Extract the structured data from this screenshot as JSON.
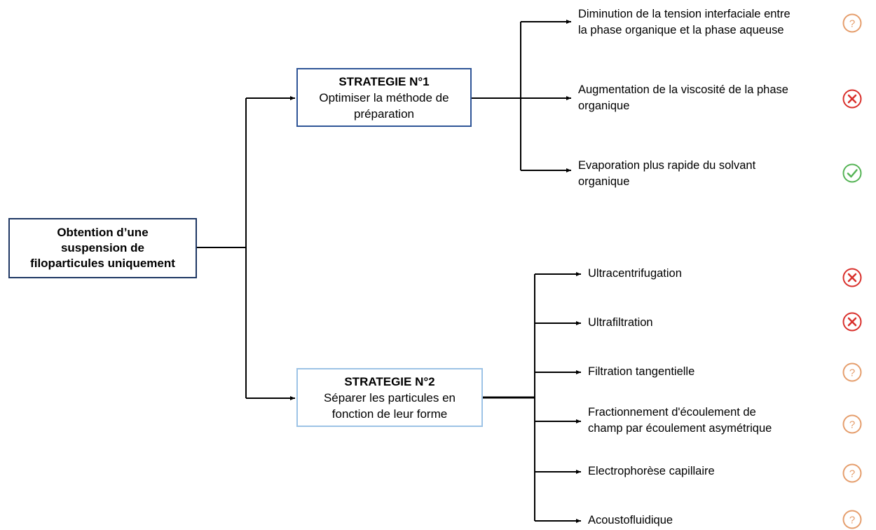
{
  "root": {
    "lines": [
      "Obtention d’une",
      "suspension de",
      "filoparticules uniquement"
    ]
  },
  "strategy1": {
    "title": "STRATEGIE N°1",
    "lines": [
      "Optimiser la méthode de",
      "préparation"
    ],
    "items": [
      {
        "lines": [
          "Diminution de la tension interfaciale entre",
          "la phase organique et la phase aqueuse"
        ],
        "status": "question-icon"
      },
      {
        "lines": [
          "Augmentation de la viscosité de la phase",
          "organique"
        ],
        "status": "cross-icon"
      },
      {
        "lines": [
          "Evaporation plus rapide du solvant",
          "organique"
        ],
        "status": "check-icon"
      }
    ]
  },
  "strategy2": {
    "title": "STRATEGIE N°2",
    "lines": [
      "Séparer les particules en",
      "fonction de leur forme"
    ],
    "items": [
      {
        "lines": [
          "Ultracentrifugation"
        ],
        "status": "cross-icon"
      },
      {
        "lines": [
          "Ultrafiltration"
        ],
        "status": "cross-icon"
      },
      {
        "lines": [
          "Filtration tangentielle"
        ],
        "status": "question-icon"
      },
      {
        "lines": [
          "Fractionnement d'écoulement de",
          "champ par écoulement asymétrique"
        ],
        "status": "question-icon"
      },
      {
        "lines": [
          "Electrophorèse capillaire"
        ],
        "status": "question-icon"
      },
      {
        "lines": [
          "Acoustofluidique"
        ],
        "status": "question-icon"
      }
    ]
  },
  "colors": {
    "question": "#e59e6d",
    "cross": "#d9302c",
    "check": "#56b456",
    "root_border": "#1f3864",
    "s1_border": "#2f5597",
    "s2_border": "#9dc3e6"
  }
}
